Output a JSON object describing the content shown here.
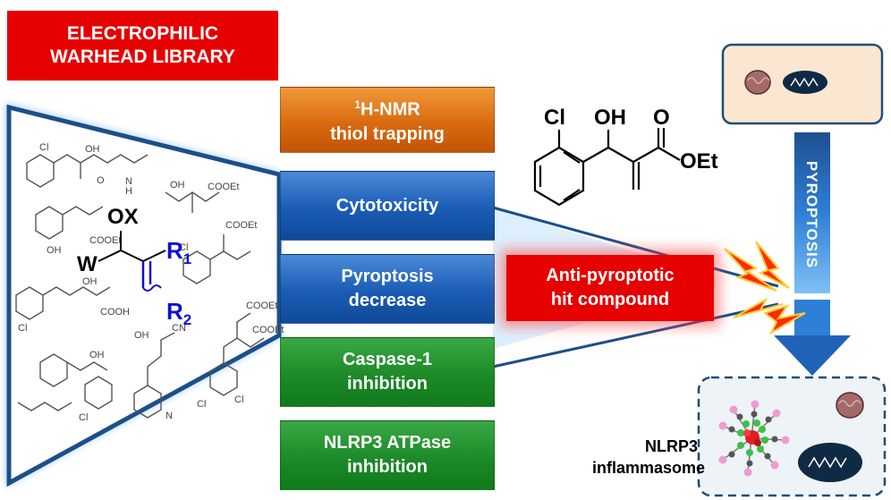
{
  "library": {
    "title_line1": "ELECTROPHILIC",
    "title_line2": "WARHEAD LIBRARY",
    "scaffold": {
      "ox": "OX",
      "w": "W",
      "r1": "R",
      "r1_sub": "1",
      "r2": "R",
      "r2_sub": "2"
    },
    "fragments": [
      "Cl",
      "OH",
      "O",
      "N",
      "H",
      "COOEt",
      "COOH",
      "CN"
    ]
  },
  "assays": [
    {
      "sup": "1",
      "line1": "H-NMR",
      "line2": "thiol trapping"
    },
    {
      "line1": "Cytotoxicity",
      "line2": ""
    },
    {
      "line1": "Pyroptosis",
      "line2": "decrease"
    },
    {
      "line1": "Caspase-1",
      "line2": "inhibition"
    },
    {
      "line1": "NLRP3 ATPase",
      "line2": "inhibition"
    }
  ],
  "hit": {
    "line1": "Anti-pyroptotic",
    "line2": "hit compound"
  },
  "hit_structure": {
    "cl": "Cl",
    "oh": "OH",
    "o": "O",
    "oet": "OEt"
  },
  "pathway": {
    "arrow_label": "PYROPTOSIS",
    "complex_line1": "NLRP3",
    "complex_line2": "inflammasome"
  },
  "colors": {
    "red": "#e60000",
    "orange": "#d96a10",
    "blue": "#1a5cb5",
    "green": "#1c8a28",
    "cell_fill": "#fbe6d2",
    "cell_border": "#1f4e79",
    "r_group": "#1010d0"
  }
}
